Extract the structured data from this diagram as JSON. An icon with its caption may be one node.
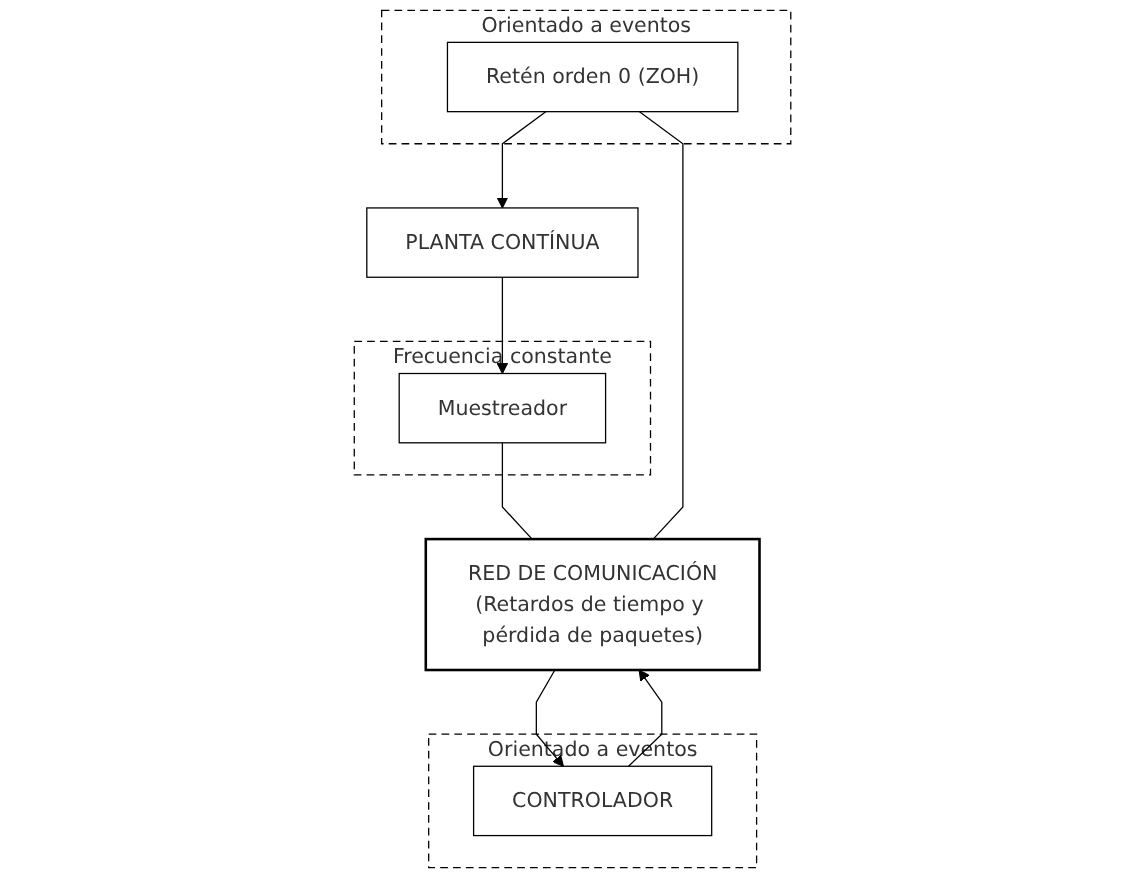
{
  "diagram": {
    "nodes": [
      {
        "text": [
          "Orientado a eventos"
        ]
      },
      {
        "text": [
          "Retén orden 0 (ZOH)"
        ],
        "in": 0
      },
      {
        "text": [
          "PLANTA CONTÍNUA"
        ]
      },
      {
        "text": [
          "Frecuencia constante"
        ]
      },
      {
        "text": [
          "Muestreador"
        ],
        "in": 3
      },
      {
        "text": [
          "RED DE COMUNICACIÓN",
          "(Retardos de tiempo y pérdida de paquetes)"
        ]
      },
      {
        "text": [
          "Orientado a eventos"
        ]
      },
      {
        "text": [
          "CONTROLADOR"
        ],
        "in": 6
      }
    ],
    "edges": [
      {
        "from": 1,
        "to": 2,
        "arrow": "to"
      },
      {
        "from": 2,
        "to": 4,
        "arrow": "to"
      },
      {
        "from": 4,
        "to": 5,
        "arrow": "none"
      },
      {
        "from": 5,
        "to": 1,
        "arrow": "none"
      },
      {
        "from": 5,
        "to": 7,
        "arrow": "to"
      },
      {
        "from": 7,
        "to": 5,
        "arrow": "to"
      }
    ]
  }
}
